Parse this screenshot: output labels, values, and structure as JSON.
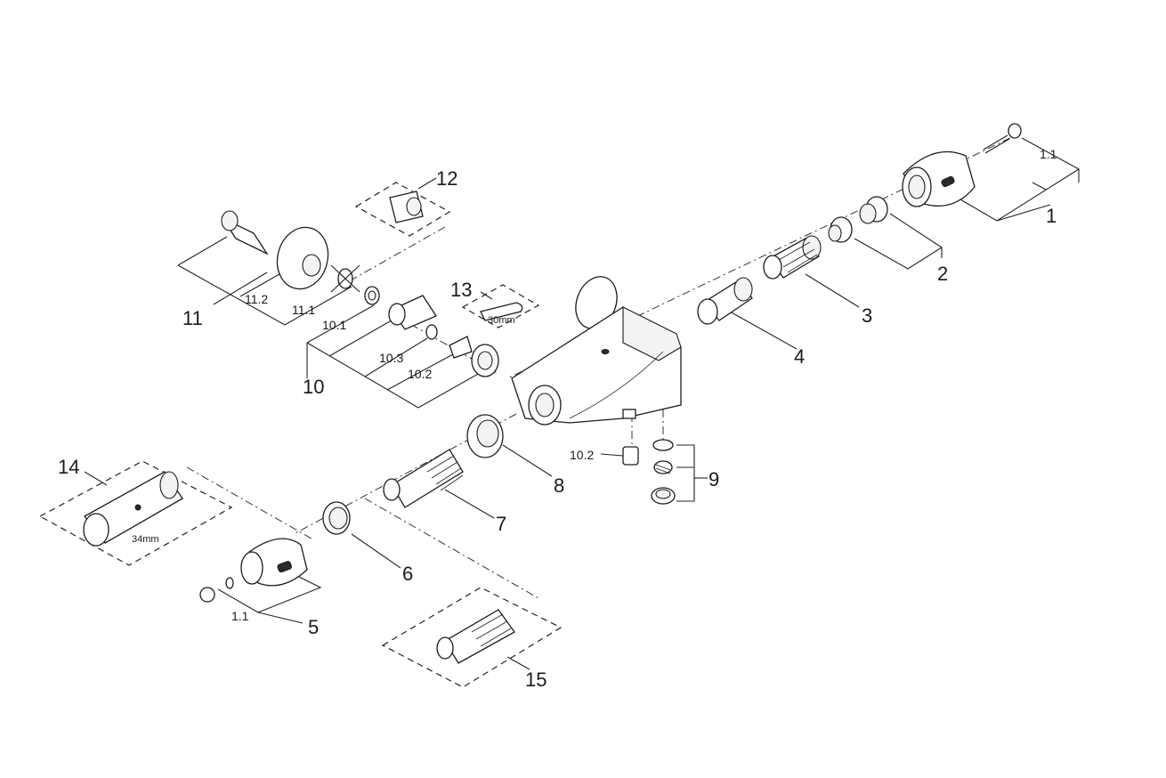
{
  "labels": {
    "p1": "1",
    "p1_1_top": "1.1",
    "p2": "2",
    "p3": "3",
    "p4": "4",
    "p5": "5",
    "p1_1_bottom": "1.1",
    "p6": "6",
    "p7": "7",
    "p8": "8",
    "p9": "9",
    "p10": "10",
    "p10_1": "10.1",
    "p10_2": "10.2",
    "p10_3": "10.3",
    "p10_2_body": "10.2",
    "p11": "11",
    "p11_1": "11.1",
    "p11_2": "11.2",
    "p12": "12",
    "p13": "13",
    "p14": "14",
    "p15": "15"
  },
  "tools": {
    "wrench_size": "30mm",
    "key_size": "34mm"
  }
}
